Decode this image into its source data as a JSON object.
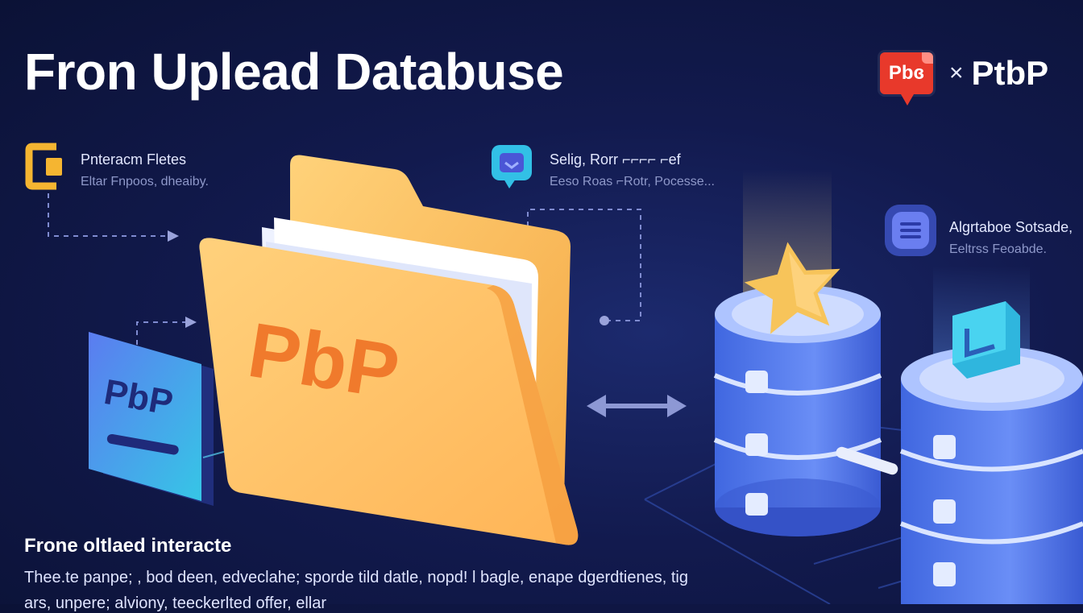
{
  "title": "Fron Uplead Databuse",
  "brand": {
    "badge_text": "Pbɞ",
    "separator": "×",
    "name": "PtbP"
  },
  "labels": [
    {
      "title": "Pnteracm  Fletes",
      "subtitle": "Eltar Fnpoos, dheaiby."
    },
    {
      "title": "Selig, Rorr ⌐⌐⌐⌐ ⌐ef",
      "subtitle": "Eeso Roas ⌐Rotr, Pocesse..."
    },
    {
      "title": "Algrtaboe  Sotsade,",
      "subtitle": "Eeltrss Feoabde."
    }
  ],
  "folder": {
    "text": "PbP"
  },
  "card": {
    "text": "PbP"
  },
  "caption": {
    "title": "Frone oltlaed interacte",
    "lines": [
      "Thee.te panpe; , bod deen, edveclahe; sporde tild  datle, nopd! l bagle, enape dgerdtienes, tig",
      "ars, unpere; alviony, teeckerlted offer, ellar"
    ]
  },
  "colors": {
    "background": "#121a4e",
    "folder": "#ffbe63",
    "folder_text": "#f07a2c",
    "db_blue": "#4f7df0",
    "accent_red": "#e8392b",
    "cyan": "#3fd0e8",
    "yellow_icon": "#f5b531"
  },
  "icons": [
    "bracket-icon",
    "chat-bubble-icon",
    "list-badge-icon",
    "star-icon",
    "document-icon",
    "double-arrow-icon"
  ]
}
